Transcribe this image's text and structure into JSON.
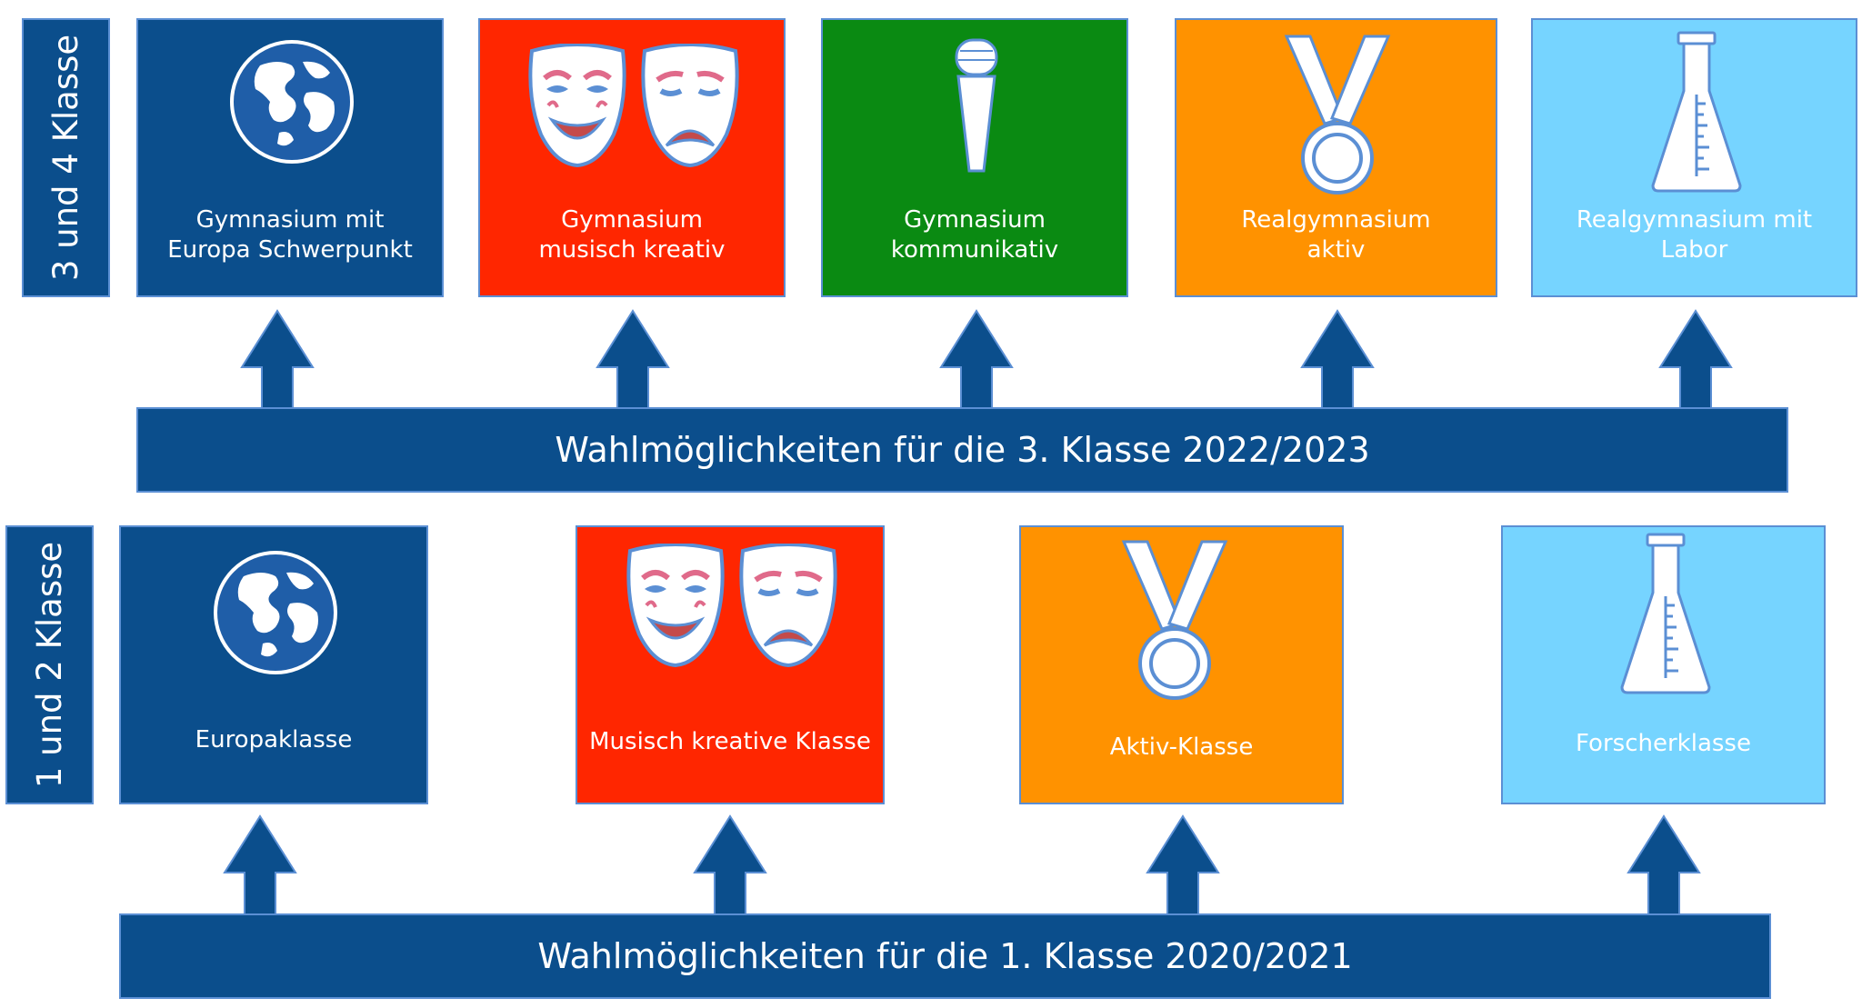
{
  "colors": {
    "blue": "#0b4e8c",
    "red": "#ff2600",
    "green": "#0a8a12",
    "orange": "#ff9200",
    "light_blue": "#76d4ff",
    "border": "#5b8fd4"
  },
  "top": {
    "side_label": "3 und 4 Klasse",
    "bar_label": "Wahlmöglichkeiten für die 3. Klasse 2022/2023",
    "boxes": [
      {
        "label": "Gymnasium mit\nEuropa Schwerpunkt",
        "icon": "globe-icon",
        "color": "#0b4e8c"
      },
      {
        "label": "Gymnasium\nmusisch kreativ",
        "icon": "theater-masks-icon",
        "color": "#ff2600"
      },
      {
        "label": "Gymnasium\nkommunikativ",
        "icon": "microphone-icon",
        "color": "#0a8a12"
      },
      {
        "label": "Realgymnasium\naktiv",
        "icon": "medal-icon",
        "color": "#ff9200"
      },
      {
        "label": "Realgymnasium mit\nLabor",
        "icon": "flask-icon",
        "color": "#76d4ff"
      }
    ]
  },
  "bottom": {
    "side_label": "1 und 2 Klasse",
    "bar_label": "Wahlmöglichkeiten für die 1. Klasse 2020/2021",
    "boxes": [
      {
        "label": "Europaklasse",
        "icon": "globe-icon",
        "color": "#0b4e8c"
      },
      {
        "label": "Musisch kreative Klasse",
        "icon": "theater-masks-icon",
        "color": "#ff2600"
      },
      {
        "label": "Aktiv-Klasse",
        "icon": "medal-icon",
        "color": "#ff9200"
      },
      {
        "label": "Forscherklasse",
        "icon": "flask-icon",
        "color": "#76d4ff"
      }
    ]
  }
}
